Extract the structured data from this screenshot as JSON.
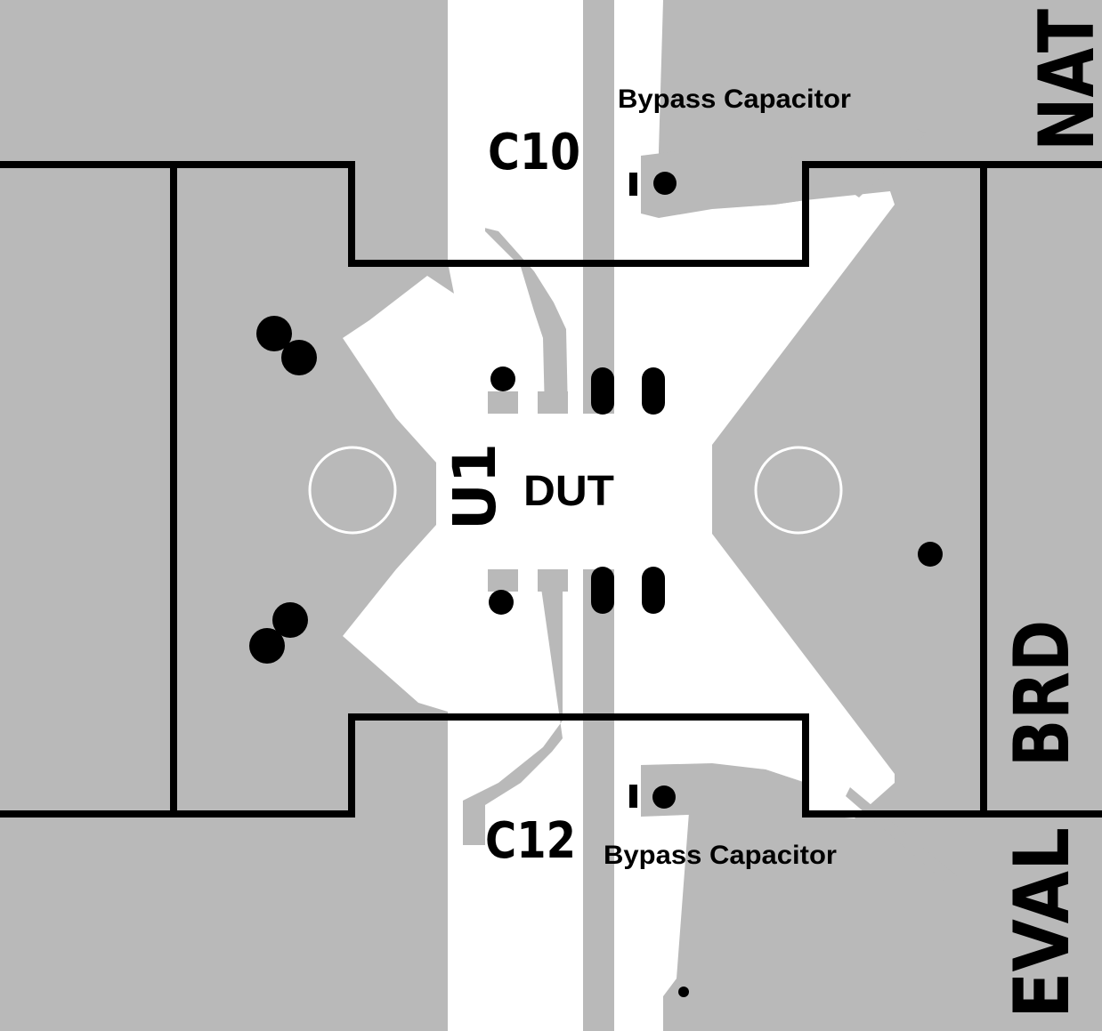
{
  "colors": {
    "copper": "#b9b9b9",
    "clear": "#ffffff",
    "outline": "#000000",
    "via_ring": "#ffffff"
  },
  "labels": {
    "c10": "C10",
    "c12": "C12",
    "u1": "U1",
    "dut": "DUT",
    "bypass_top": "Bypass Capacitor",
    "bypass_bottom": "Bypass Capacitor",
    "board_top": "NAT",
    "board_middle": "BRD",
    "board_bottom": "EVAL"
  }
}
